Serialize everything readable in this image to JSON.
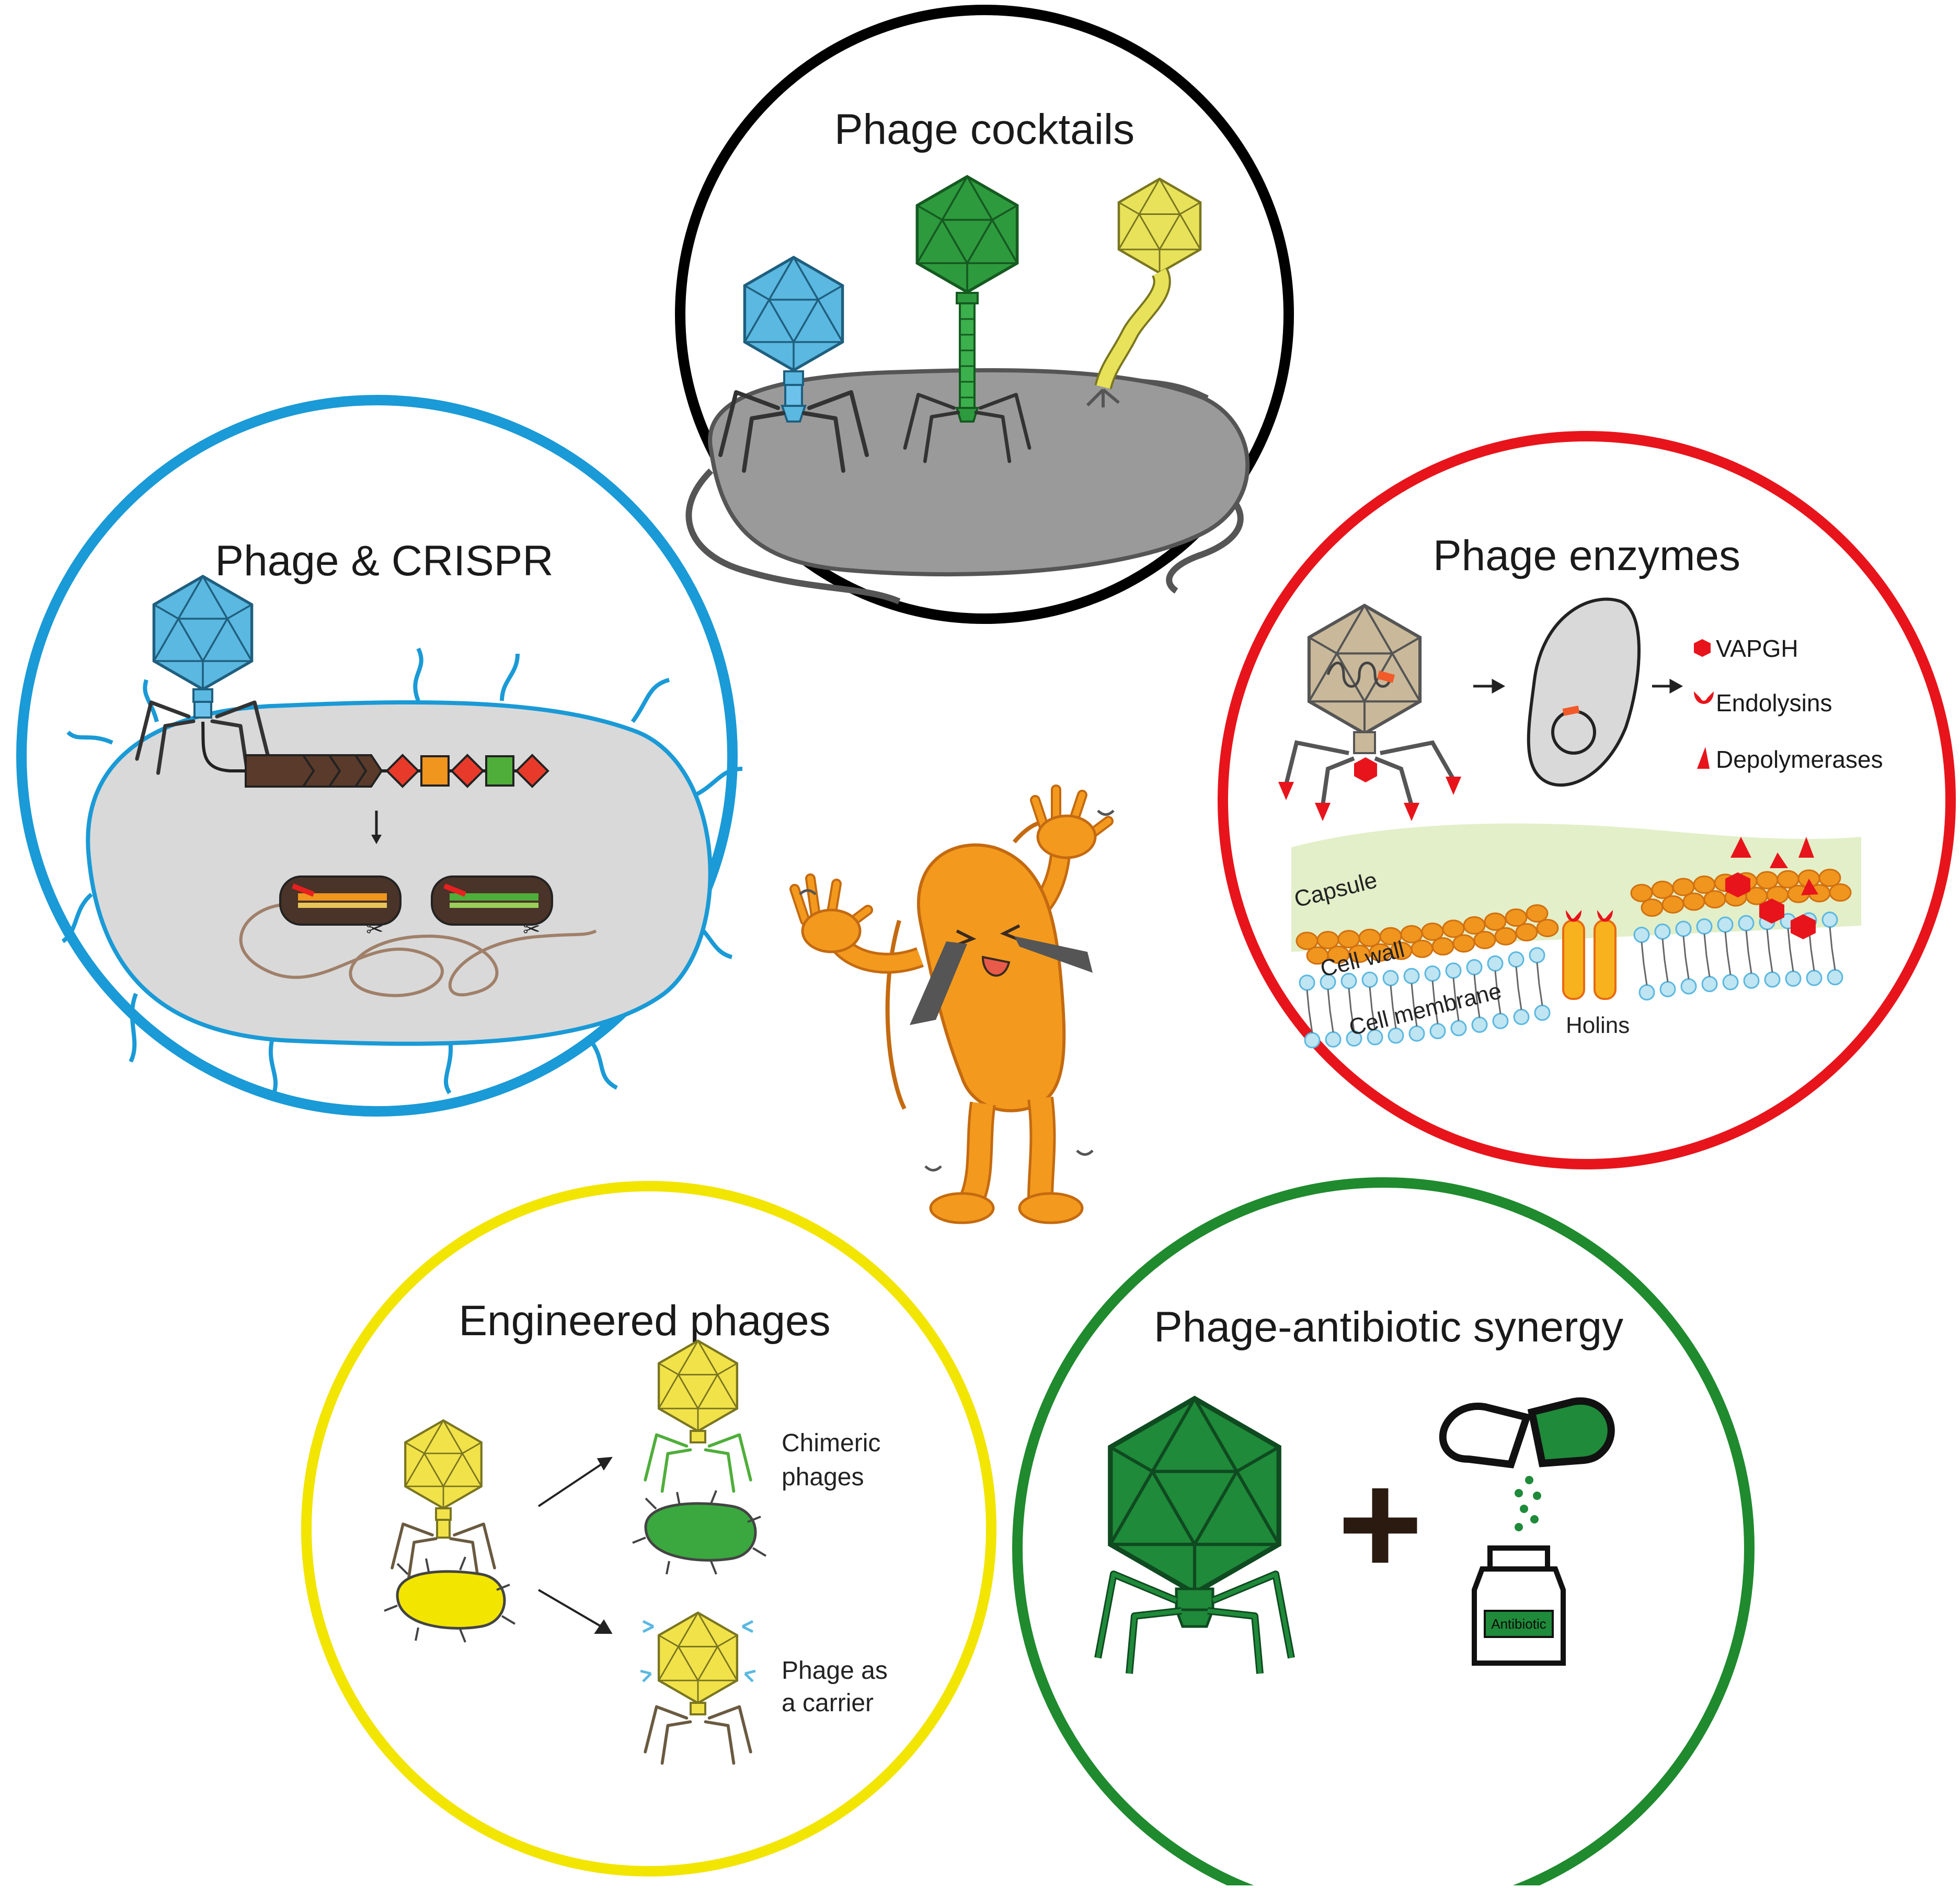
{
  "panels": {
    "cocktails": {
      "title": "Phage cocktails",
      "ring_color": "#000000"
    },
    "crispr": {
      "title": "Phage & CRISPR",
      "ring_color": "#1a9ad6"
    },
    "enzymes": {
      "title": "Phage enzymes",
      "ring_color": "#e8141b",
      "legend": [
        "VAPGH",
        "Endolysins",
        "Depolymerases"
      ],
      "layers": [
        "Capsule",
        "Cell wall",
        "Cell membrane"
      ],
      "holins_label": "Holins"
    },
    "engineered": {
      "title": "Engineered phages",
      "ring_color": "#f2e500",
      "chimeric_lines": [
        "Chimeric",
        "phages"
      ],
      "carrier_lines": [
        "Phage as",
        "a carrier"
      ]
    },
    "synergy": {
      "title": "Phage-antibiotic synergy",
      "ring_color": "#1f8a2e",
      "plus": "+",
      "bottle_label": "Antibiotic"
    }
  },
  "colors": {
    "bacterium_grey": "#9a9a9a",
    "cell_light": "#d9d9d9",
    "mascot_orange": "#f39a1e",
    "phage_blue": "#5bb8e0",
    "phage_green": "#2e9a3e",
    "phage_yellow": "#f2e24a",
    "phage_tan": "#c9b99a",
    "antibiotic_green": "#1f8a3a"
  }
}
